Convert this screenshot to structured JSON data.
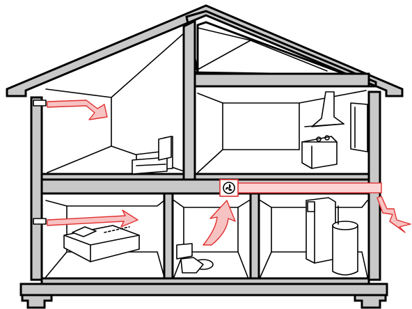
{
  "diagram": {
    "title": "",
    "colors": {
      "wall_fill": "#c8c8c8",
      "outline": "#000000",
      "airflow_fill": "#f7c2c2",
      "airflow_stroke": "#e03030",
      "duct_fill": "#fcd4d4",
      "background": "#ffffff"
    },
    "rooms": [
      {
        "name": "bedroom-upper",
        "furniture": [
          "armchair"
        ]
      },
      {
        "name": "kitchen",
        "furniture": [
          "range-hood",
          "stove",
          "window"
        ]
      },
      {
        "name": "attic",
        "furniture": []
      },
      {
        "name": "bedroom-lower",
        "furniture": [
          "bed"
        ]
      },
      {
        "name": "bathroom",
        "furniture": [
          "toilet",
          "exhaust-fan"
        ]
      },
      {
        "name": "utility-room",
        "furniture": [
          "furnace",
          "water-heater"
        ]
      }
    ],
    "airflow": [
      {
        "name": "supply-arrow-upper",
        "direction": "inward"
      },
      {
        "name": "supply-arrow-lower",
        "direction": "inward"
      },
      {
        "name": "bathroom-extract-arrow",
        "direction": "upward-to-fan"
      },
      {
        "name": "exhaust-duct",
        "direction": "outward"
      },
      {
        "name": "exhaust-outlet-arrow",
        "direction": "downward-outside"
      }
    ],
    "icons": [
      "fan-icon"
    ]
  }
}
